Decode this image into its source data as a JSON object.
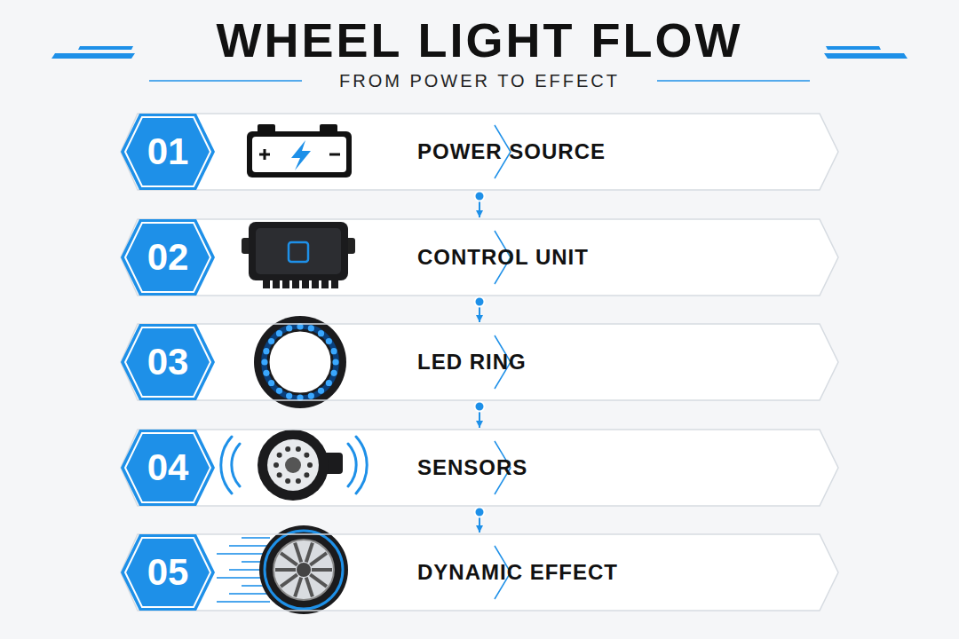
{
  "diagram": {
    "title": "WHEEL LIGHT FLOW",
    "nodes": [
      {
        "text": [
          "POWER SOURCE"
        ]
      },
      {
        "text": [
          "01"
        ],
        "in": 0
      },
      {
        "text": [
          "CONTROL UNIT"
        ]
      },
      {
        "text": [
          "02"
        ],
        "in": 2
      },
      {
        "text": [
          "LED RING"
        ]
      },
      {
        "text": [
          "03"
        ],
        "in": 4
      },
      {
        "text": [
          "SENSORS"
        ]
      },
      {
        "text": [
          "04"
        ],
        "in": 6
      },
      {
        "text": [
          "DYNAMIC EFFECT"
        ]
      },
      {
        "text": [
          "05"
        ],
        "in": 8
      }
    ],
    "edges": [
      {
        "from": 0,
        "to": 2,
        "arrow": "to"
      },
      {
        "from": 2,
        "to": 4,
        "arrow": "to"
      },
      {
        "from": 4,
        "to": 6,
        "arrow": "to"
      },
      {
        "from": 6,
        "to": 8,
        "arrow": "to"
      }
    ],
    "labels": [
      "FROM POWER TO EFFECT"
    ]
  }
}
